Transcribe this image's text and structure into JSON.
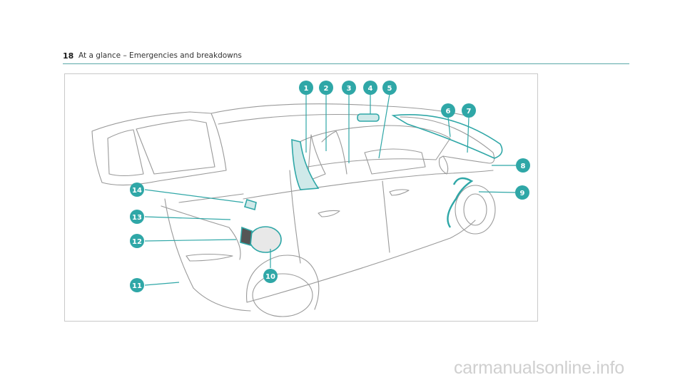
{
  "header": {
    "page_number": "18",
    "title": "At a glance – Emergencies and breakdowns"
  },
  "figure": {
    "accent_color": "#2fa7a7",
    "callouts": [
      "1",
      "2",
      "3",
      "4",
      "5",
      "6",
      "7",
      "8",
      "9",
      "10",
      "11",
      "12",
      "13",
      "14"
    ]
  },
  "watermark": "carmanualsonline.info"
}
